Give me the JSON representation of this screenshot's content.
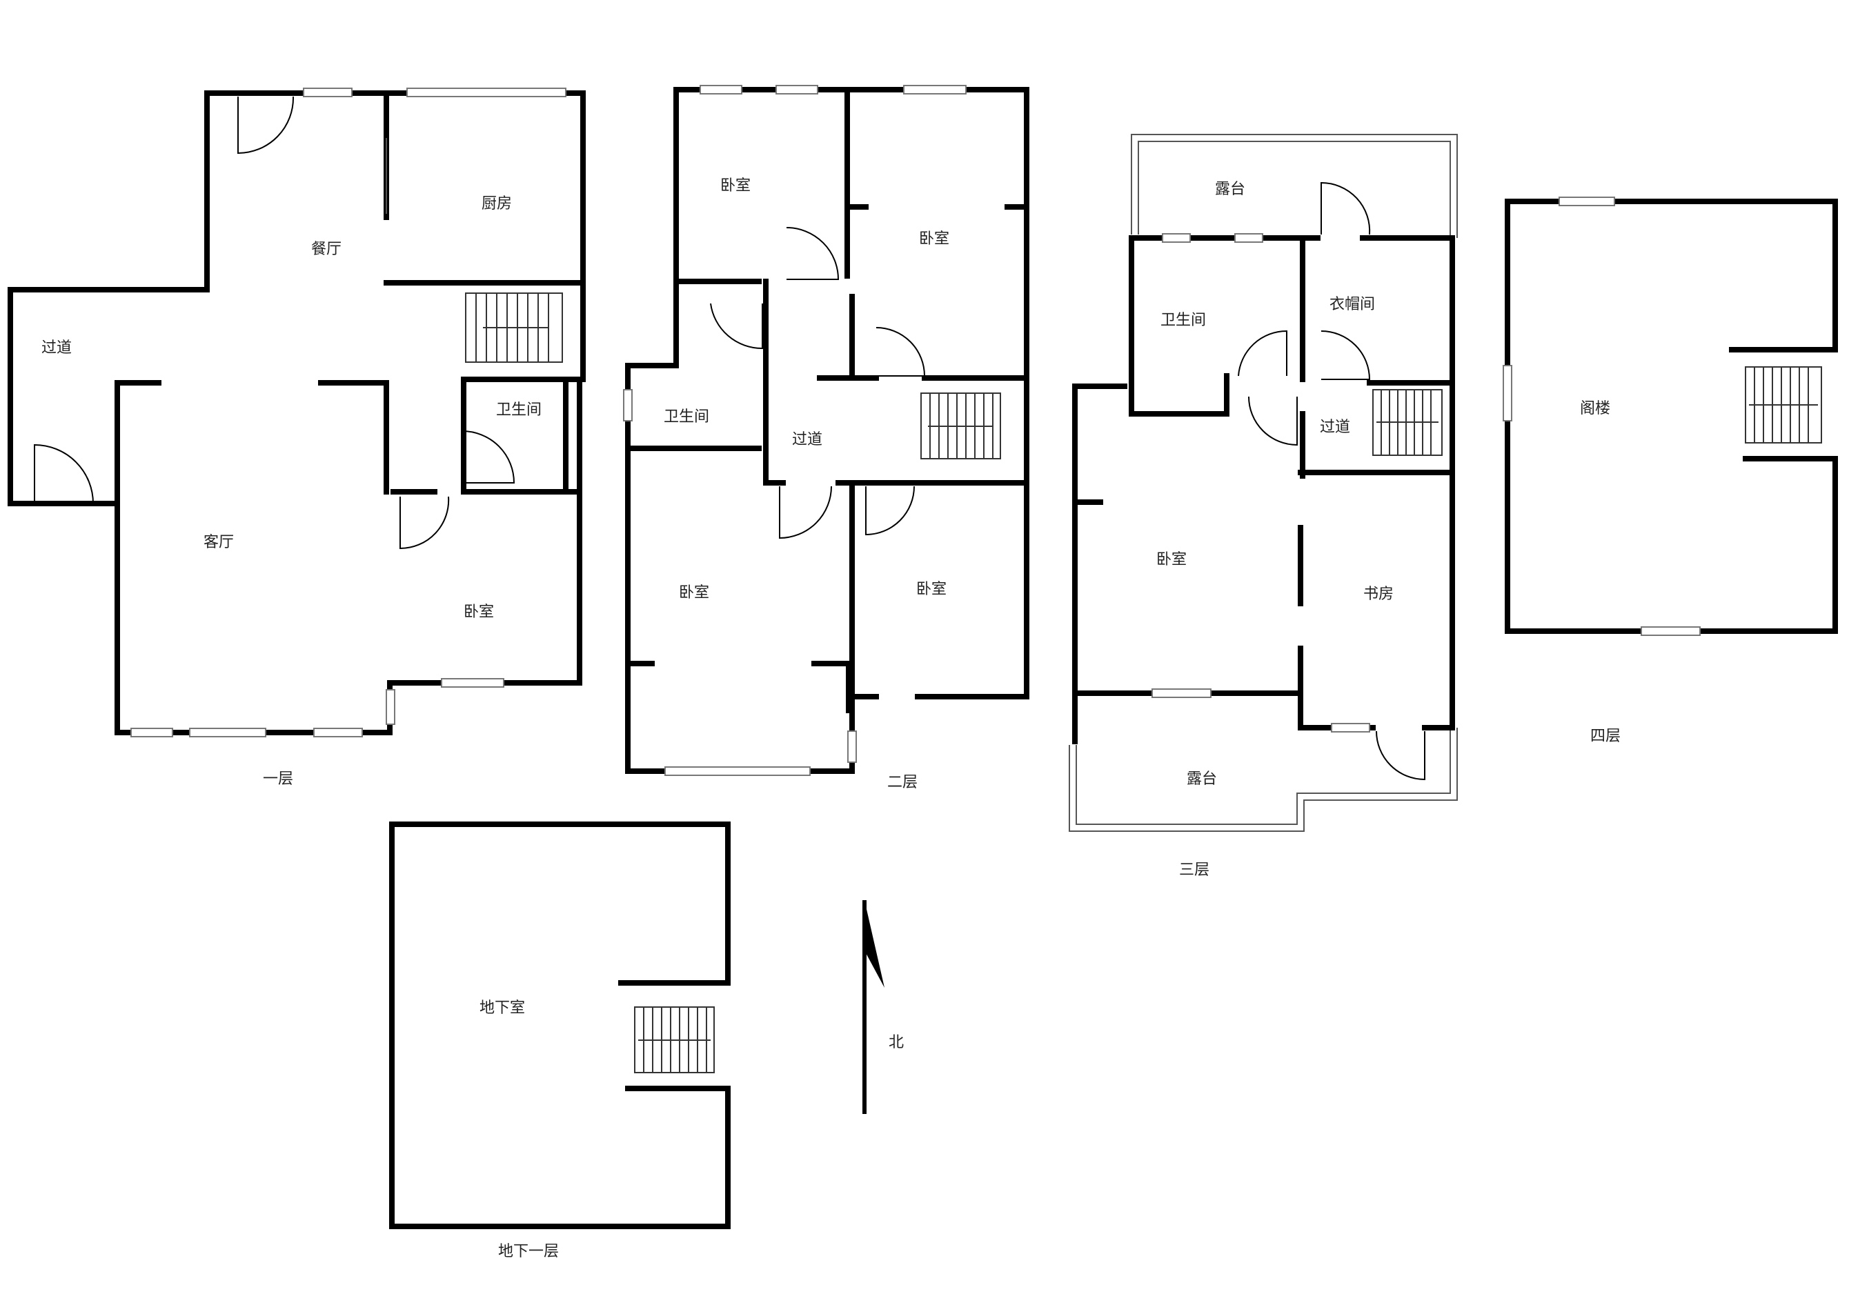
{
  "floors": {
    "f1": {
      "caption": "一层",
      "rooms": {
        "dining": "餐厅",
        "kitchen": "厨房",
        "passage": "过道",
        "living": "客厅",
        "bathroom": "卫生间",
        "bedroom": "卧室"
      }
    },
    "f2": {
      "caption": "二层",
      "rooms": {
        "bedroom_nw": "卧室",
        "bedroom_ne": "卧室",
        "bathroom": "卫生间",
        "passage": "过道",
        "bedroom_sw": "卧室",
        "bedroom_se": "卧室"
      }
    },
    "f3": {
      "caption": "三层",
      "rooms": {
        "terrace_n": "露台",
        "bathroom": "卫生间",
        "closet": "衣帽间",
        "passage": "过道",
        "bedroom": "卧室",
        "study": "书房",
        "terrace_s": "露台"
      }
    },
    "f4": {
      "caption": "四层",
      "rooms": {
        "attic": "阁楼"
      }
    },
    "b1": {
      "caption": "地下一层",
      "rooms": {
        "basement": "地下室"
      }
    }
  },
  "compass": {
    "label": "北"
  }
}
